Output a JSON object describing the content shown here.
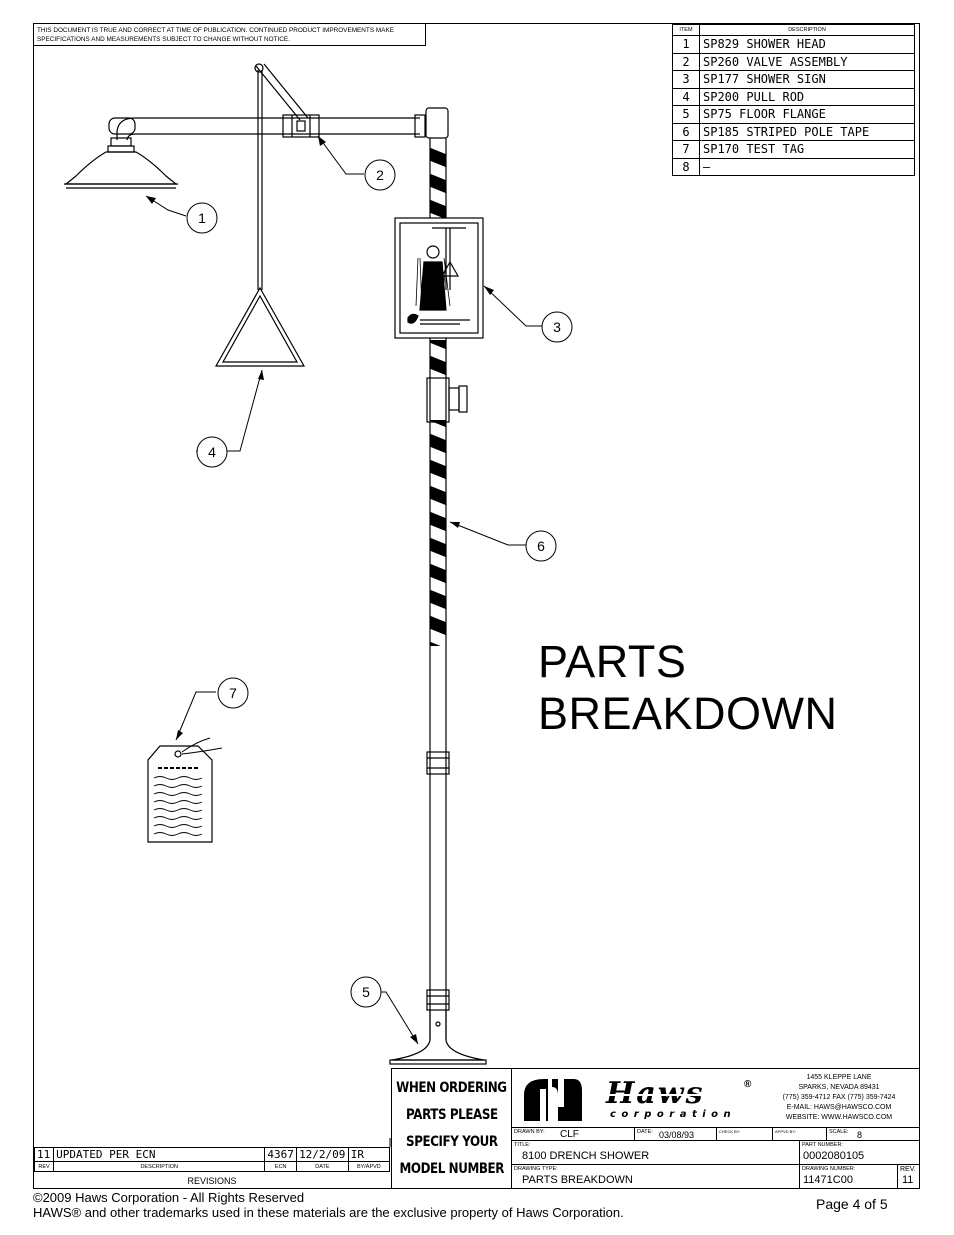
{
  "disclaimer": "THIS DOCUMENT IS TRUE AND CORRECT AT TIME OF PUBLICATION. CONTINUED PRODUCT IMPROVEMENTS MAKE SPECIFICATIONS AND MEASUREMENTS SUBJECT TO CHANGE WITHOUT NOTICE.",
  "parts_table": {
    "header_item": "ITEM",
    "header_description": "DESCRIPTION",
    "rows": [
      {
        "item": "1",
        "description": "SP829 SHOWER HEAD"
      },
      {
        "item": "2",
        "description": "SP260 VALVE ASSEMBLY"
      },
      {
        "item": "3",
        "description": "SP177 SHOWER SIGN"
      },
      {
        "item": "4",
        "description": "SP200 PULL ROD"
      },
      {
        "item": "5",
        "description": "SP75 FLOOR FLANGE"
      },
      {
        "item": "6",
        "description": "SP185 STRIPED POLE TAPE"
      },
      {
        "item": "7",
        "description": "SP170 TEST TAG"
      },
      {
        "item": "8",
        "description": "–"
      }
    ]
  },
  "callouts": [
    "1",
    "2",
    "3",
    "4",
    "5",
    "6",
    "7"
  ],
  "big_title": {
    "line1": "PARTS",
    "line2": "BREAKDOWN"
  },
  "ordering_note": [
    "WHEN ORDERING",
    "PARTS PLEASE",
    "SPECIFY YOUR",
    "MODEL NUMBER"
  ],
  "company": {
    "brand": "Haws",
    "brand_sub": "corporation",
    "registered": "®",
    "address_lines": [
      "1455 KLEPPE LANE",
      "SPARKS, NEVADA 89431",
      "(775) 359-4712    FAX (775) 359-7424",
      "E-MAIL: HAWS@HAWSCO.COM",
      "WEBSITE: WWW.HAWSCO.COM"
    ]
  },
  "title_block": {
    "drawn_by_label": "DRAWN BY:",
    "drawn_by": "CLF",
    "date_label": "DATE:",
    "date": "03/08/93",
    "check_label": "CHECK BY:",
    "check": "",
    "apvd_label": "APPVD BY:",
    "apvd": "",
    "scale_label": "SCALE:",
    "scale": "8",
    "title_label": "TITLE:",
    "title": "8100 DRENCH SHOWER",
    "part_label": "PART NUMBER:",
    "part_number": "0002080105",
    "drawing_type_label": "DRAWING TYPE:",
    "drawing_type": "PARTS BREAKDOWN",
    "drawing_number_label": "DRAWING NUMBER:",
    "drawing_number": "11471C00",
    "rev_label": "REV.",
    "rev": "11"
  },
  "revisions": {
    "row": {
      "rev": "11",
      "description": "UPDATED PER ECN",
      "ecn": "4367",
      "date": "12/2/09",
      "by": "IR"
    },
    "headers": {
      "rev": "REV",
      "description": "DESCRIPTION",
      "ecn": "ECN",
      "date": "DATE",
      "by": "BY/APVD"
    },
    "label": "REVISIONS"
  },
  "footer": {
    "copyright": "©2009 Haws Corporation - All Rights Reserved",
    "trademark": "HAWS® and other trademarks used in these materials are the exclusive property of Haws Corporation.",
    "page": "Page 4 of 5"
  },
  "colors": {
    "ink": "#000000",
    "paper": "#ffffff"
  }
}
